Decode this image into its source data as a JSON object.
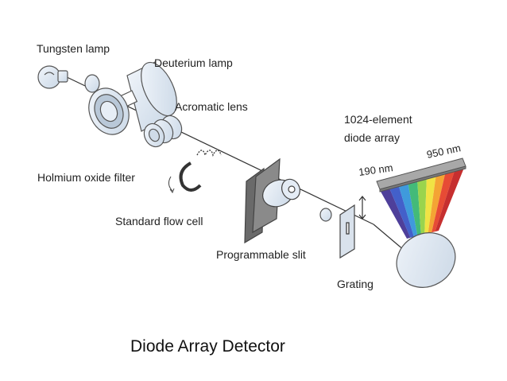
{
  "labels": {
    "tungsten_lamp": "Tungsten lamp",
    "deuterium_lamp": "Deuterium lamp",
    "acromatic_lens": "Acromatic lens",
    "diode_array_line1": "1024-element",
    "diode_array_line2": "diode array",
    "nm_190": "190 nm",
    "nm_950": "950 nm",
    "holmium_filter": "Holmium oxide filter",
    "flow_cell": "Standard flow cell",
    "programmable_slit": "Programmable slit",
    "grating": "Grating"
  },
  "caption": "Diode Array Detector",
  "colors": {
    "component_fill": "#dde7f2",
    "component_stroke": "#555555",
    "dark_plate": "#666666",
    "array_plate": "#a8a8a8",
    "spectrum": [
      "#3b2a8f",
      "#2f4fc4",
      "#2a8fd8",
      "#2fb36a",
      "#8fcf3a",
      "#f0e030",
      "#f39a1e",
      "#e4371f",
      "#c01818"
    ]
  }
}
